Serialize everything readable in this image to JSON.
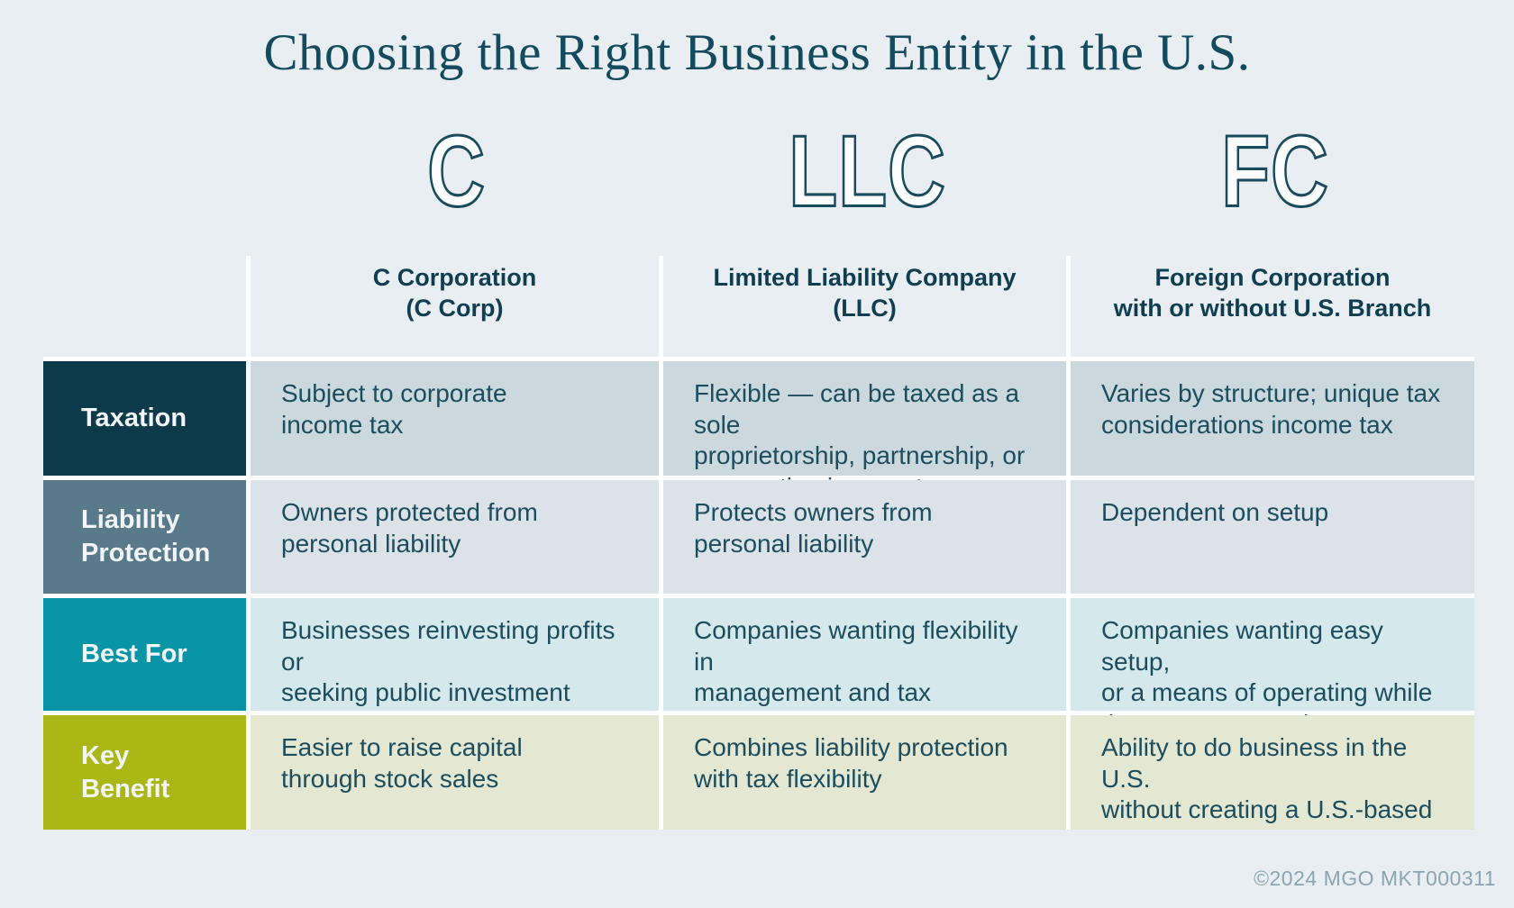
{
  "title": "Choosing the Right Business Entity in the U.S.",
  "footer": "©2024 MGO  MKT000311",
  "colors": {
    "page_bg": "#e9eef2",
    "title_text": "#134a5e",
    "cell_text": "#1b4d5e",
    "letter_fill": "#fbfdfe",
    "letter_outline": "#1a4a5e",
    "footer_text": "#8ba5b0"
  },
  "columns": [
    {
      "abbr": "C",
      "header_line1": "C Corporation",
      "header_line2": "(C Corp)"
    },
    {
      "abbr": "LLC",
      "header_line1": "Limited Liability Company",
      "header_line2": "(LLC)"
    },
    {
      "abbr": "FC",
      "header_line1": "Foreign Corporation",
      "header_line2": "with or without U.S. Branch"
    }
  ],
  "rows": [
    {
      "label": "Taxation",
      "label_bg": "#0d3a4b",
      "cell_bg": "#cbd8de",
      "cells": [
        "Subject to corporate\nincome tax",
        "Flexible — can be taxed as a sole\nproprietorship, partnership, or\ncorporation income tax",
        "Varies by structure; unique tax\nconsiderations income tax"
      ]
    },
    {
      "label": "Liability\nProtection",
      "label_bg": "#587a8b",
      "cell_bg": "#dbe3e9",
      "cells": [
        "Owners protected from\npersonal liability",
        "Protects owners from\npersonal liability",
        "Dependent on setup"
      ]
    },
    {
      "label": "Best For",
      "label_bg": "#0a95a7",
      "cell_bg": "#d5e8ec",
      "cells": [
        "Businesses reinvesting profits or\nseeking public investment",
        "Companies wanting flexibility in\nmanagement and tax treatment",
        "Companies wanting easy setup,\nor a means of operating while\nthey create an entity"
      ]
    },
    {
      "label": "Key\nBenefit",
      "label_bg": "#abb716",
      "cell_bg": "#e4e8d3",
      "cells": [
        "Easier to raise capital\nthrough stock sales",
        "Combines liability protection\nwith tax flexibility",
        "Ability to do business in the U.S.\nwithout creating a U.S.-based"
      ]
    }
  ]
}
